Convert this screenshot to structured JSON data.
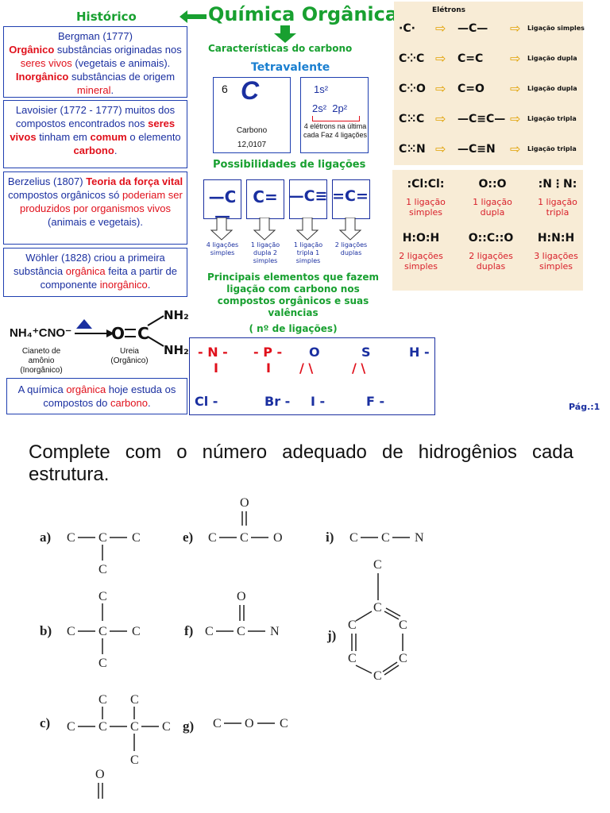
{
  "header": {
    "historico": "Histórico",
    "main_title": "Química Orgânica",
    "caracteristicas": "Características do carbono",
    "tetravalente": "Tetravalente",
    "possibilidades": "Possibilidades de ligações",
    "principais": "Principais elementos que fazem ligação com carbono nos compostos orgânicos e suas valências",
    "principais_sub": "( nº de ligações)",
    "page_num": "Pág.:1"
  },
  "history": {
    "bergman": {
      "a": "Bergman (1777)",
      "b": "Orgânico",
      "c": " substâncias originadas nos ",
      "d": "seres vivos",
      "e": " (vegetais e animais). ",
      "f": "Inorgânico",
      "g": " substâncias de origem ",
      "h": "mineral",
      "i": "."
    },
    "lavoisier": {
      "a": "Lavoisier (1772 - 1777) muitos dos compostos encontrados nos ",
      "b": "seres vivos",
      "c": " tinham em ",
      "d": "comum",
      "e": " o elemento ",
      "f": "carbono",
      "g": "."
    },
    "berzelius": {
      "a": "Berzelius (1807) ",
      "b": "Teoria da força vital",
      "c": " compostos orgânicos só ",
      "d": "poderiam ser produzidos por organismos vivos",
      "e": " (animais e vegetais)."
    },
    "wohler": {
      "a": "Wöhler (1828) criou a primeira substância ",
      "b": "orgânica",
      "c": " feita a partir de componente ",
      "d": "inorgânico",
      "e": "."
    },
    "quimica_hoje": {
      "a": "A química ",
      "b": "orgânica",
      "c": " hoje estuda os compostos do ",
      "d": "carbono",
      "e": "."
    }
  },
  "reaction": {
    "reactant": "NH₄⁺CNO⁻",
    "product_o": "O",
    "product_c": "C",
    "nh2_top": "NH₂",
    "nh2_bottom": "NH₂",
    "reactant_label": "Cianeto de amônio (Inorgânico)",
    "product_label": "Ureia (Orgânico)"
  },
  "carbon": {
    "number": "6",
    "symbol": "C",
    "name": "Carbono",
    "mass": "12,0107",
    "config_1": "1s²",
    "config_2": "2s²  2p²",
    "config_note": "4 elétrons na última cada Faz 4 ligações"
  },
  "bond_types": [
    {
      "symbol": "—C—",
      "label": "4 ligações simples"
    },
    {
      "symbol": "C=",
      "label": "1 ligação dupla 2 simples"
    },
    {
      "symbol": "—C≡",
      "label": "1 ligação tripla 1 simples"
    },
    {
      "symbol": "=C=",
      "label": "2 ligações duplas"
    }
  ],
  "valences": {
    "row1": [
      "- N -",
      "- P -",
      "O",
      "S",
      "H -"
    ],
    "row1_sub": [
      "I",
      "I",
      "/ \\",
      "/ \\",
      ""
    ],
    "row2": [
      "Cl -",
      "Br -",
      "I -",
      "F -"
    ]
  },
  "electron_panel": {
    "eletrons_label": "Elétrons",
    "rows": [
      {
        "left": "·C·",
        "right": "—C—",
        "label": "Ligação simples"
      },
      {
        "left": "C⁘C",
        "right": "C=C",
        "label": "Ligação dupla"
      },
      {
        "left": "C⁘O",
        "right": "C=O",
        "label": "Ligação dupla"
      },
      {
        "left": "C⁙C",
        "right": "—C≡C—",
        "label": "Ligação tripla"
      },
      {
        "left": "C⁙N",
        "right": "—C≡N",
        "label": "Ligação tripla"
      }
    ]
  },
  "lewis": [
    {
      "formula": ":Cl:Cl:",
      "label": "1 ligação simples"
    },
    {
      "formula": "O::O",
      "label": "1 ligação dupla"
    },
    {
      "formula": ":N⋮N:",
      "label": "1 ligação tripla"
    },
    {
      "formula": "H:O:H",
      "label": "2 ligações simples"
    },
    {
      "formula": "O::C::O",
      "label": "2 ligações duplas"
    },
    {
      "formula": "H:N:H",
      "label": "3 ligações simples"
    }
  ],
  "exercise": {
    "instruction": "Complete com o número adequado de hidrogênios cada estrutura.",
    "labels": {
      "a": "a)",
      "b": "b)",
      "c": "c)",
      "e": "e)",
      "f": "f)",
      "g": "g)",
      "i": "i)",
      "j": "j)"
    },
    "atoms": {
      "C": "C",
      "O": "O",
      "N": "N"
    }
  },
  "colors": {
    "blue": "#1a2fa0",
    "red": "#e0101b",
    "green": "#18a030",
    "panel": "#f8ecd6"
  }
}
